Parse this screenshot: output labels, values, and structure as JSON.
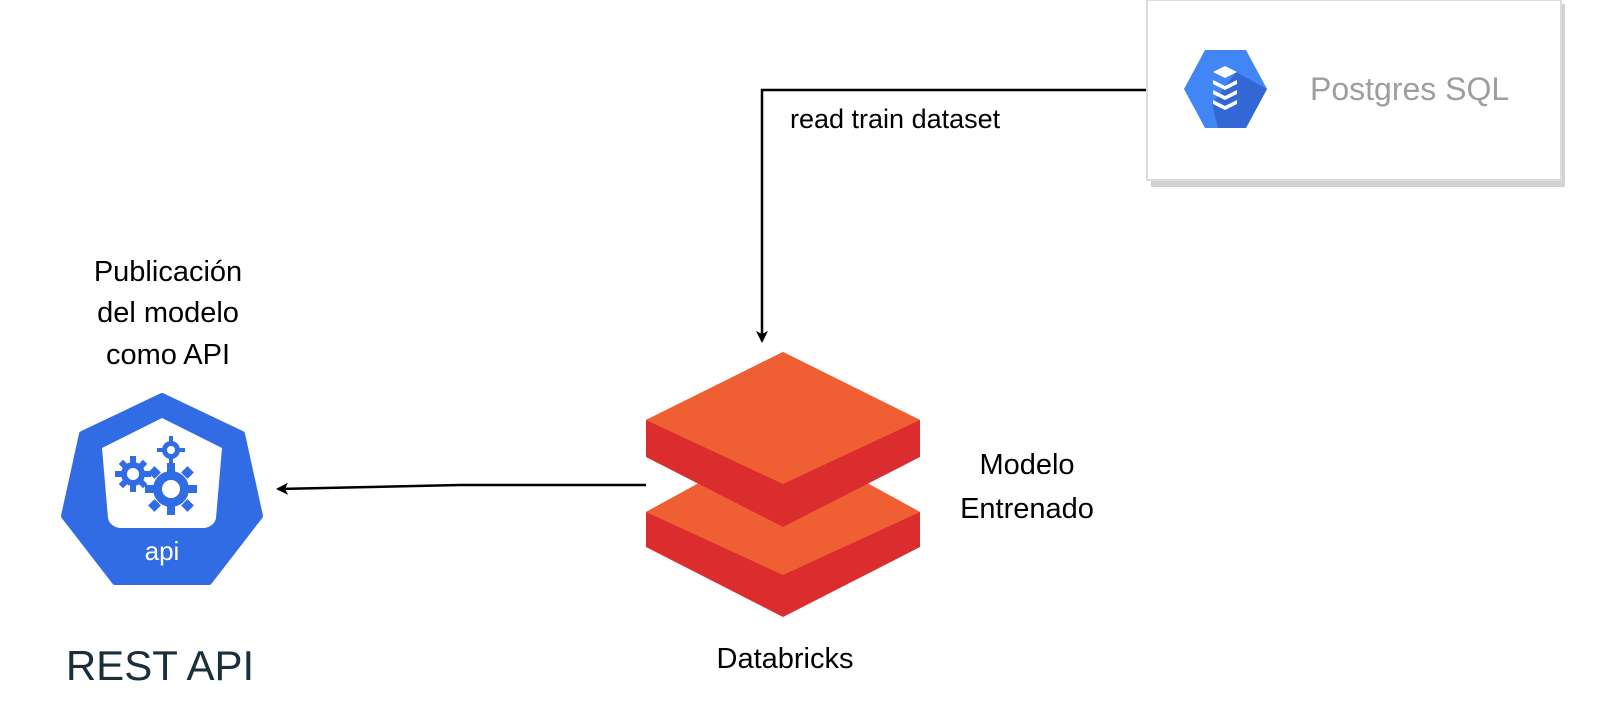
{
  "nodes": {
    "postgres": {
      "label": "Postgres SQL",
      "icon": "google-cloud-sql-icon",
      "label_color": "#9e9e9e",
      "icon_colors": [
        "#4285f4",
        "#3367d6",
        "#ffffff"
      ]
    },
    "databricks": {
      "label": "Databricks",
      "side_label_line1": "Modelo",
      "side_label_line2": "Entrenado",
      "icon": "databricks-icon",
      "icon_colors": [
        "#f05f34",
        "#dc2d2e"
      ]
    },
    "rest_api": {
      "label": "REST API",
      "caption_line1": "Publicación",
      "caption_line2": "del modelo",
      "caption_line3": "como API",
      "icon": "kubernetes-api-icon",
      "icon_text": "api",
      "label_color": "#1b2e3c",
      "icon_color": "#326ce5"
    }
  },
  "edges": {
    "read_dataset": {
      "from": "postgres",
      "to": "databricks",
      "label": "read train dataset"
    },
    "publish": {
      "from": "databricks",
      "to": "rest_api",
      "label": ""
    }
  }
}
